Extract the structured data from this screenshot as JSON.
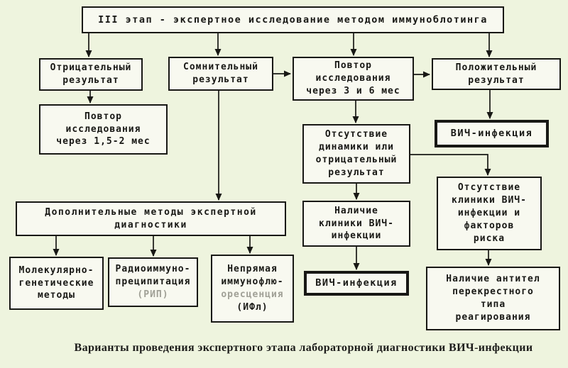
{
  "title": "III этап - экспертное исследование методом иммуноблотинга",
  "caption": "Варианты проведения экспертного этапа лабораторной диагностики ВИЧ-инфекции",
  "colors": {
    "background": "#eef4de",
    "box_background": "#f8f9f0",
    "line": "#181815",
    "faded_text": "#a0a096"
  },
  "boxes": {
    "negative": {
      "text": "Отрицательный\nрезультат"
    },
    "questionable": {
      "text": "Сомнительный\nрезультат"
    },
    "repeat36": {
      "text": "Повтор\nисследования\nчерез 3 и 6 мес"
    },
    "positive": {
      "text": "Положительный\nрезультат"
    },
    "repeat15": {
      "text": "Повтор\nисследования\nчерез 1,5-2 мес"
    },
    "hiv_right": {
      "text": "ВИЧ-инфекция"
    },
    "no_dynamics": {
      "text": "Отсутствие\nдинамики или\nотрицательный\nрезультат"
    },
    "clinic_present": {
      "text": "Наличие\nклиники ВИЧ-\nинфекции"
    },
    "hiv_middle": {
      "text": "ВИЧ-инфекция"
    },
    "no_clinic": {
      "text": "Отсутствие\nклиники ВИЧ-\nинфекции и\nфакторов\nриска"
    },
    "cross_antibodies": {
      "text": "Наличие антител\nперекрестного\nтипа\nреагирования"
    },
    "additional_methods": {
      "text": "Дополнительные методы экспертной\nдиагностики"
    },
    "molecular": {
      "text": "Молекулярно-\nгенетические\nметоды"
    },
    "rip": {
      "main": "Радиоиммуно-\nпреципитация",
      "faded": "(РИП)"
    },
    "ifl": {
      "main": "Непрямая\nиммунофлю-",
      "faded": "оресценция",
      "tail": "(ИФл)"
    }
  },
  "edges": [
    {
      "from": "title",
      "to": "negative"
    },
    {
      "from": "title",
      "to": "questionable"
    },
    {
      "from": "title",
      "to": "repeat36"
    },
    {
      "from": "title",
      "to": "positive"
    },
    {
      "from": "questionable",
      "to": "repeat36"
    },
    {
      "from": "repeat36",
      "to": "positive"
    },
    {
      "from": "negative",
      "to": "repeat15"
    },
    {
      "from": "positive",
      "to": "hiv_right"
    },
    {
      "from": "repeat36",
      "to": "no_dynamics"
    },
    {
      "from": "no_dynamics",
      "to": "clinic_present"
    },
    {
      "from": "clinic_present",
      "to": "hiv_middle"
    },
    {
      "from": "no_dynamics",
      "to": "no_clinic"
    },
    {
      "from": "no_clinic",
      "to": "cross_antibodies"
    },
    {
      "from": "questionable",
      "to": "additional_methods"
    },
    {
      "from": "additional_methods",
      "to": "molecular"
    },
    {
      "from": "additional_methods",
      "to": "rip"
    },
    {
      "from": "additional_methods",
      "to": "ifl"
    }
  ]
}
